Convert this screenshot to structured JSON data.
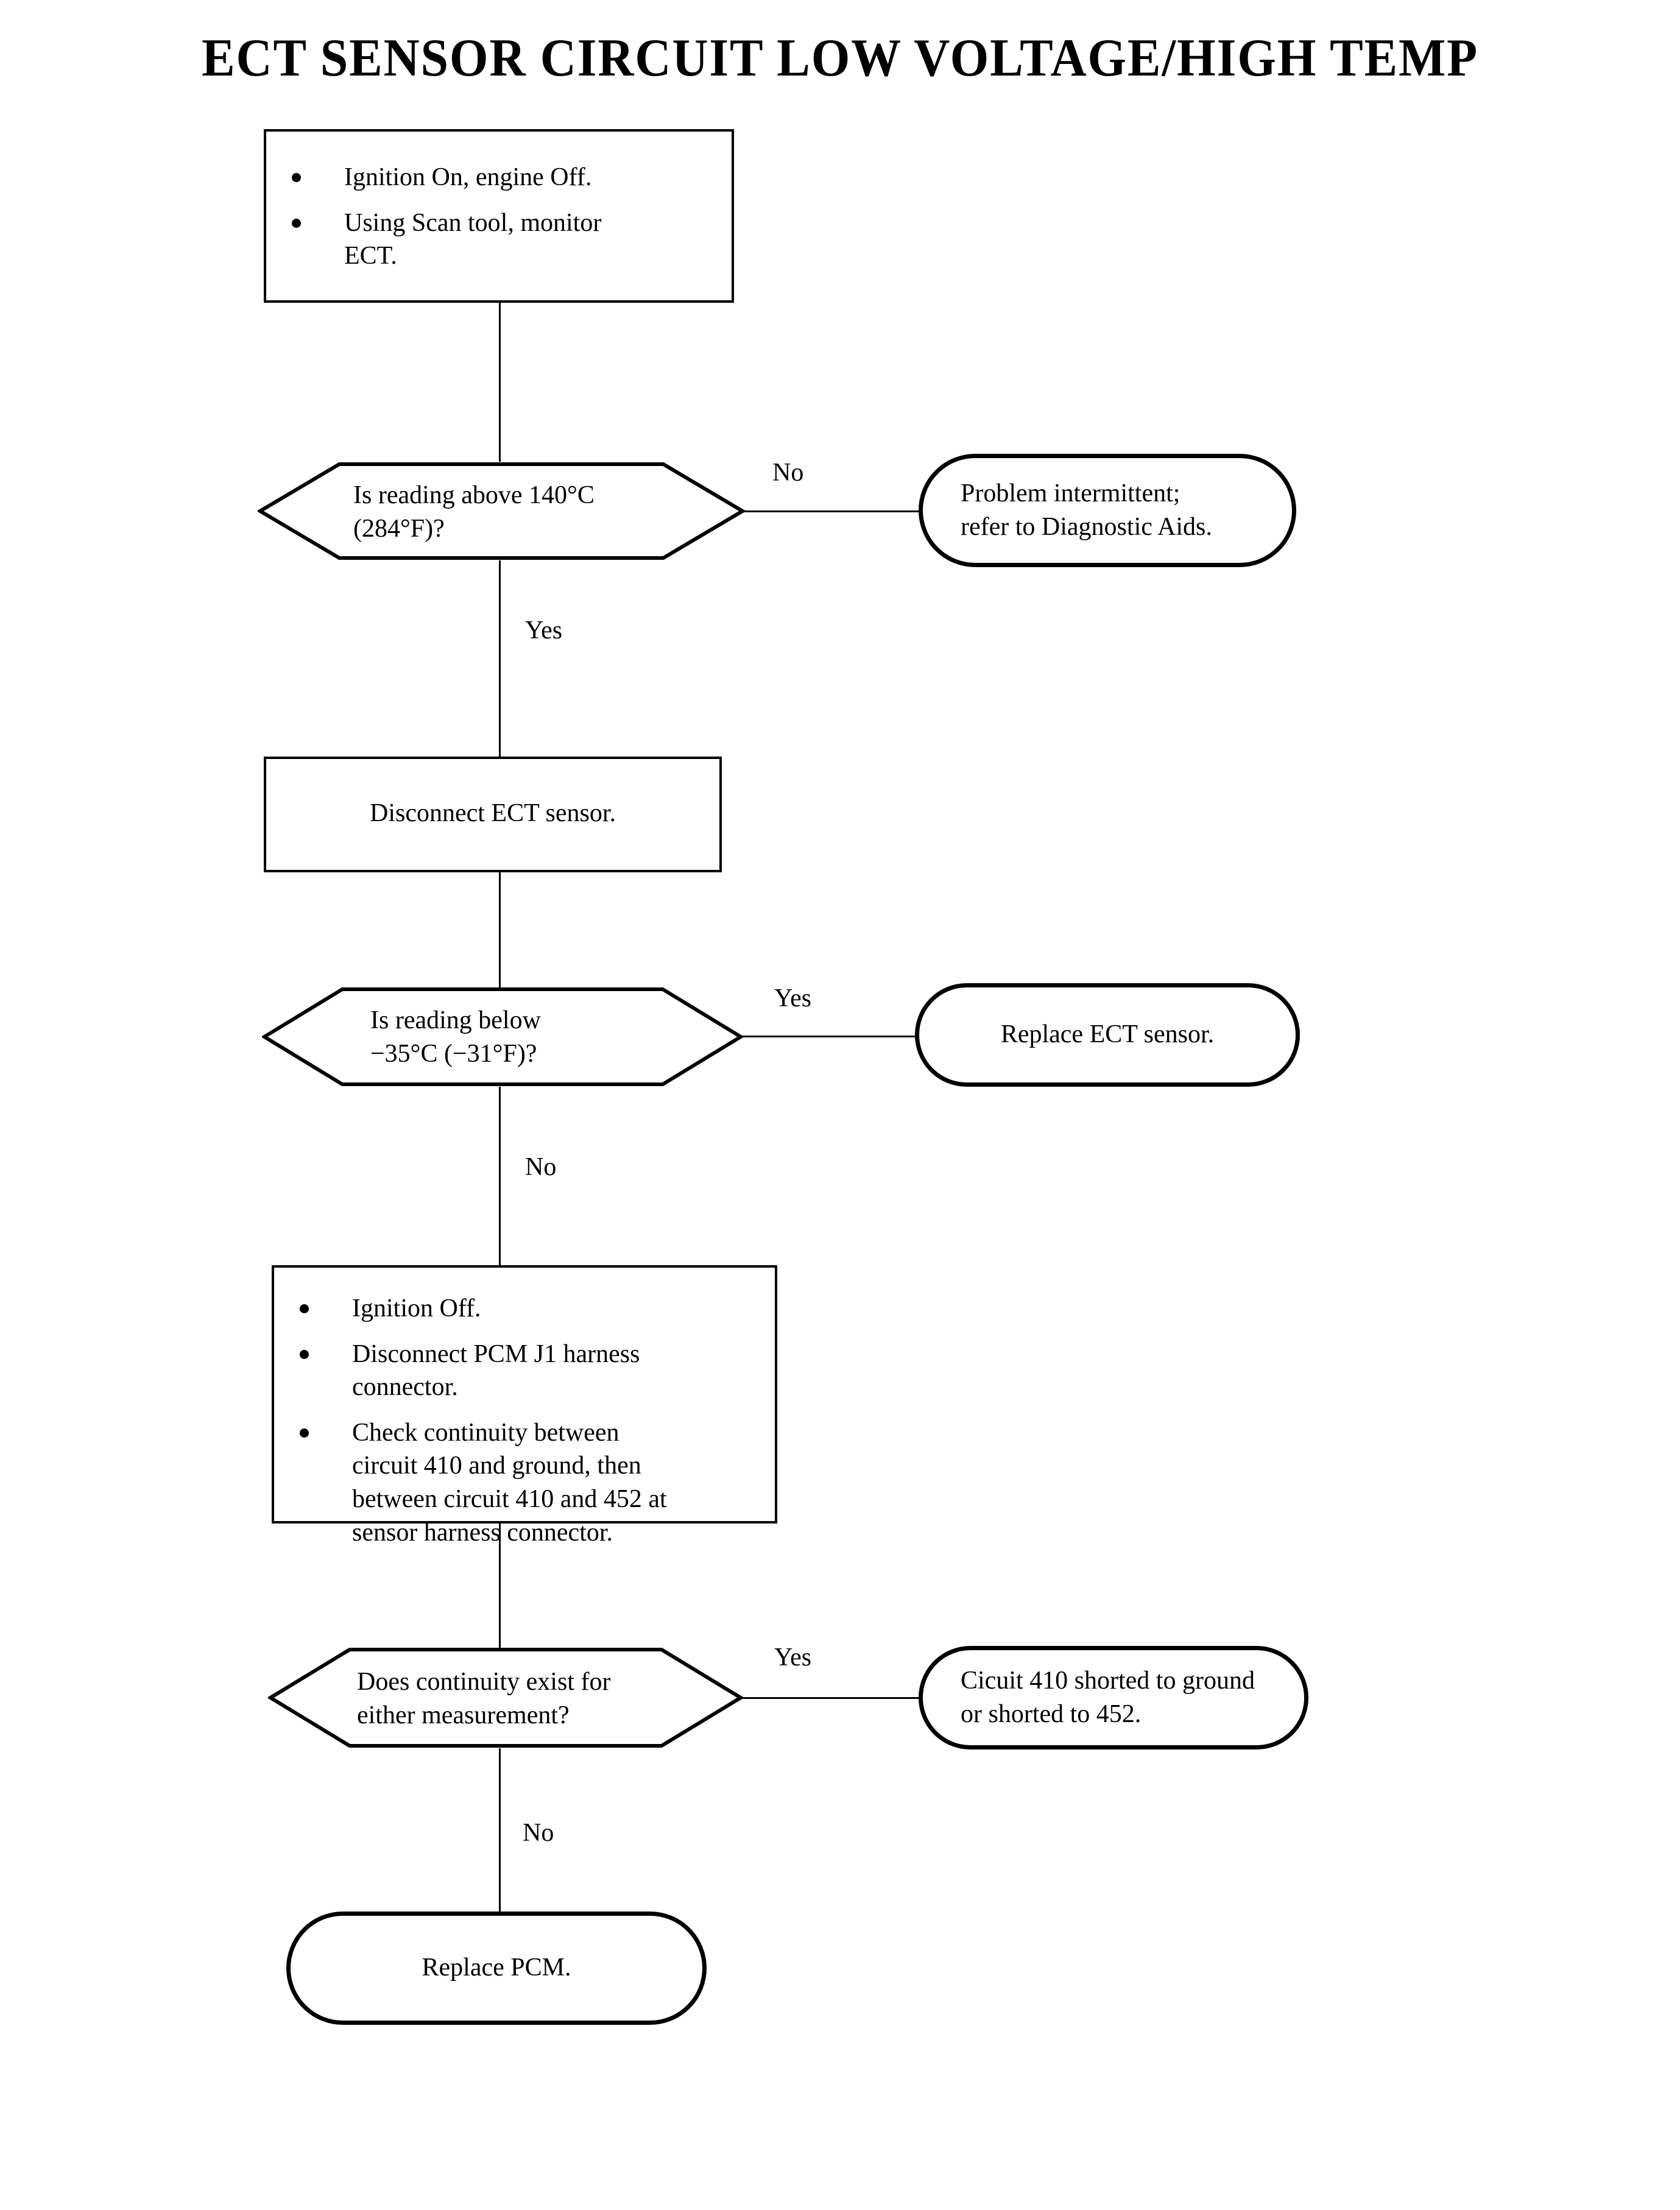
{
  "title": "ECT SENSOR CIRCUIT LOW VOLTAGE/HIGH TEMP",
  "nodes": {
    "step1": {
      "type": "process",
      "bullets": [
        "Ignition On, engine Off.",
        "Using Scan tool, monitor ECT."
      ]
    },
    "decision1": {
      "type": "decision",
      "line1": "Is reading above 140°C",
      "line2": "(284°F)?"
    },
    "terminal1": {
      "type": "terminator",
      "line1": "Problem intermittent;",
      "line2": "refer to Diagnostic Aids."
    },
    "step2": {
      "type": "process",
      "text": "Disconnect ECT sensor."
    },
    "decision2": {
      "type": "decision",
      "line1": "Is reading below",
      "line2": "−35°C (−31°F)?"
    },
    "terminal2": {
      "type": "terminator",
      "text": "Replace ECT sensor."
    },
    "step3": {
      "type": "process",
      "bullets": [
        "Ignition Off.",
        "Disconnect PCM J1 harness connector.",
        "Check continuity between circuit 410 and ground, then between circuit 410 and 452 at sensor harness connector."
      ]
    },
    "decision3": {
      "type": "decision",
      "line1": "Does continuity exist for",
      "line2": "either measurement?"
    },
    "terminal3": {
      "type": "terminator",
      "line1": "Cicuit 410 shorted to ground",
      "line2": "or shorted to 452."
    },
    "terminal4": {
      "type": "terminator",
      "text": "Replace PCM."
    }
  },
  "edges": {
    "d1_no": "No",
    "d1_yes": "Yes",
    "d2_yes": "Yes",
    "d2_no": "No",
    "d3_yes": "Yes",
    "d3_no": "No"
  },
  "colors": {
    "stroke": "#000000",
    "background": "#ffffff",
    "text": "#000000"
  }
}
